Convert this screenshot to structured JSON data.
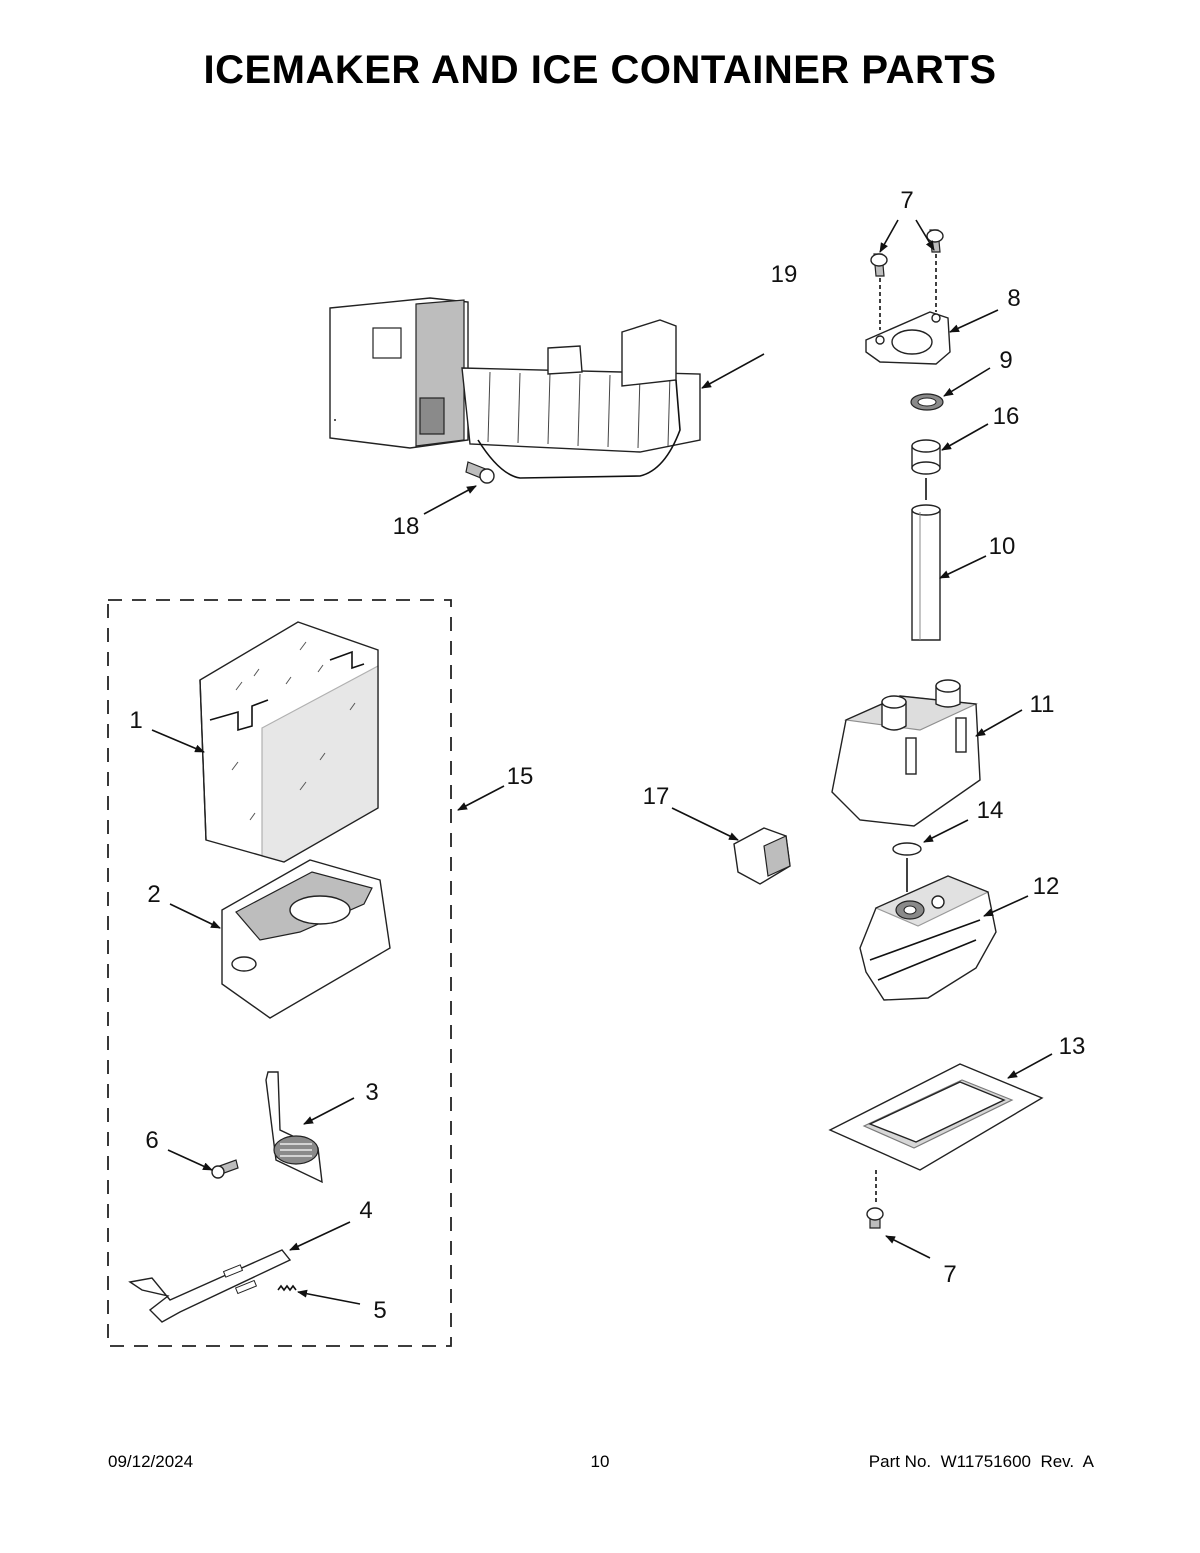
{
  "title": "ICEMAKER AND ICE CONTAINER PARTS",
  "callouts": {
    "c1": "1",
    "c2": "2",
    "c3": "3",
    "c4": "4",
    "c5": "5",
    "c6": "6",
    "c7a": "7",
    "c7b": "7",
    "c8": "8",
    "c9": "9",
    "c10": "10",
    "c11": "11",
    "c12": "12",
    "c13": "13",
    "c14": "14",
    "c15": "15",
    "c16": "16",
    "c17": "17",
    "c18": "18",
    "c19": "19"
  },
  "footer": {
    "date": "09/12/2024",
    "page": "10",
    "part_number": "Part No.  W11751600  Rev.  A"
  }
}
